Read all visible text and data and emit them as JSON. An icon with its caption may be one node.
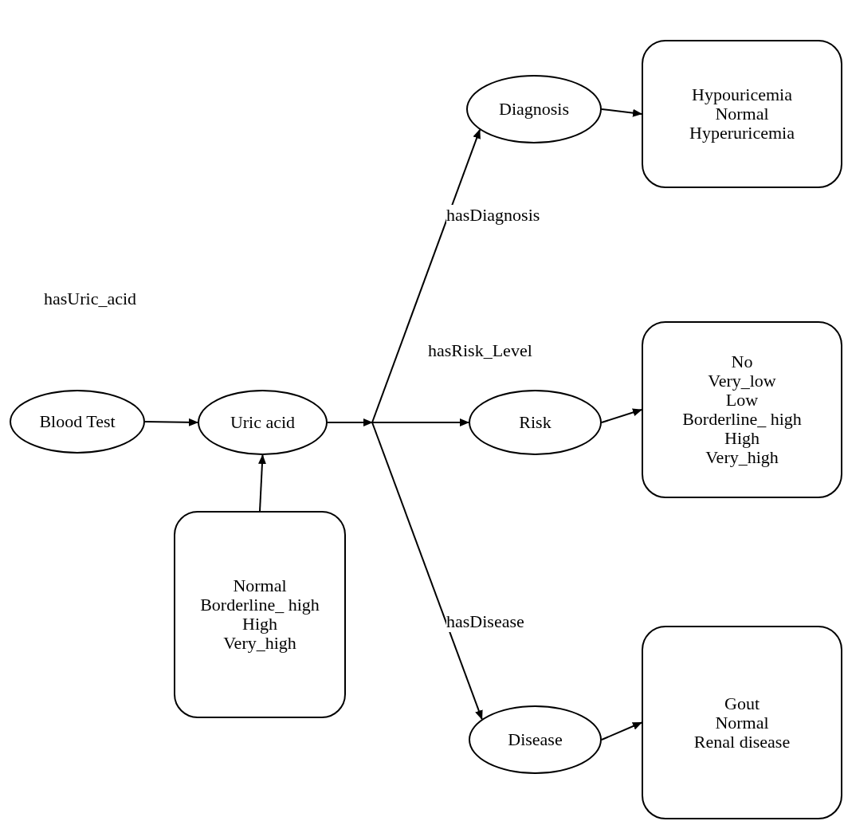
{
  "diagram": {
    "nodes": [
      {
        "text": [
          "Blood Test"
        ]
      },
      {
        "text": [
          "Uric acid"
        ]
      },
      {
        "text": [
          "Normal",
          "Borderline_ high",
          "High",
          "Very_high"
        ]
      },
      {
        "text": [
          "Diagnosis"
        ]
      },
      {
        "text": [
          "Hypouricemia",
          "Normal",
          "Hyperuricemia"
        ]
      },
      {
        "text": [
          "Risk"
        ]
      },
      {
        "text": [
          "No",
          "Very_low",
          "Low",
          "Borderline_ high",
          "High",
          "Very_high"
        ]
      },
      {
        "text": [
          "Disease"
        ]
      },
      {
        "text": [
          "Gout",
          "Normal",
          "Renal disease"
        ]
      }
    ],
    "edges": [
      {
        "from": 0,
        "to": 1,
        "arrow": "to"
      },
      {
        "from": 2,
        "to": 1,
        "arrow": "to"
      },
      {
        "from": 1,
        "to": 3,
        "arrow": "to",
        "label": "hasDiagnosis"
      },
      {
        "from": 1,
        "to": 5,
        "arrow": "to",
        "label": "hasRisk_Level"
      },
      {
        "from": 1,
        "to": 7,
        "arrow": "to",
        "label": "hasDisease"
      },
      {
        "from": 3,
        "to": 4,
        "arrow": "to"
      },
      {
        "from": 5,
        "to": 6,
        "arrow": "to"
      },
      {
        "from": 7,
        "to": 8,
        "arrow": "to"
      }
    ],
    "labels": [
      "hasUric_acid"
    ]
  }
}
